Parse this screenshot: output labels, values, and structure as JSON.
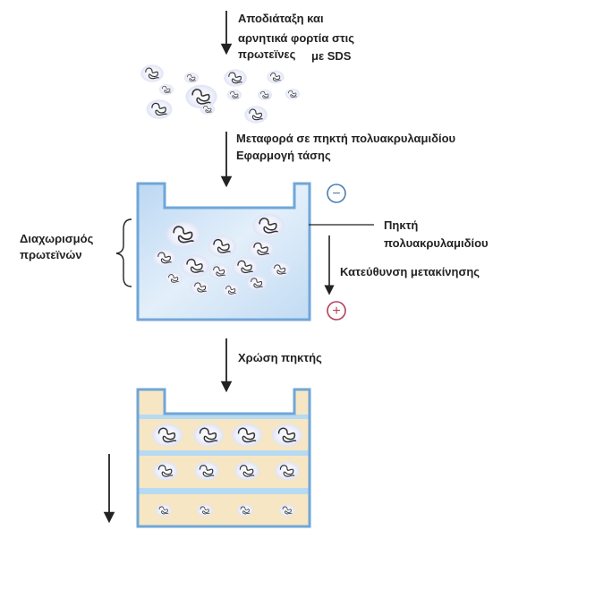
{
  "steps": {
    "denature_line1": "Αποδιάταξη και",
    "denature_line2": "αρνητικά φορτία στις",
    "denature_line3_a": "πρωτεϊνες",
    "denature_line3_b": "με SDS",
    "transfer_line1": "Μεταφορά σε πηκτή πολυακρυλαμιδίου",
    "transfer_line2": "Εφαρμογή τάσης",
    "stain": "Χρώση πηκτής"
  },
  "labels": {
    "separation_line1": "Διαχωρισμός",
    "separation_line2": "πρωτεϊνών",
    "gel_line1": "Πηκτή",
    "gel_line2": "πολυακρυλαμιδίου",
    "direction": "Κατεύθυνση μετακίνησης",
    "negative": "−",
    "positive": "+"
  },
  "colors": {
    "gel_frame": "#6fa6d9",
    "gel_fill": "#cfe3f7",
    "band_tan": "#f6e6c4",
    "band_blue": "#b7daf3",
    "negative_electrode": "#4a7fb5",
    "positive_electrode": "#b0425a",
    "text": "#222222"
  },
  "icons": {
    "protein": "protein-coil-icon",
    "negative": "minus-circle-icon",
    "positive": "plus-circle-icon"
  }
}
